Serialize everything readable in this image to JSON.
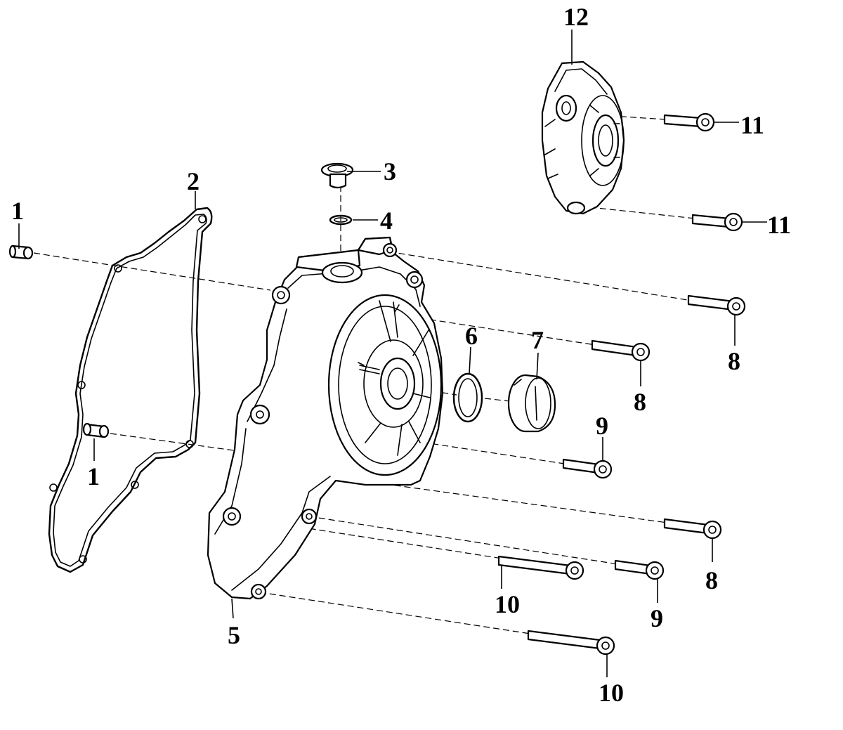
{
  "diagram": {
    "callouts": {
      "c1a": "1",
      "c1b": "1",
      "c2": "2",
      "c3": "3",
      "c4": "4",
      "c5": "5",
      "c6": "6",
      "c7": "7",
      "c8a": "8",
      "c8b": "8",
      "c8c": "8",
      "c9a": "9",
      "c9b": "9",
      "c10a": "10",
      "c10b": "10",
      "c11a": "11",
      "c11b": "11",
      "c12": "12"
    }
  }
}
